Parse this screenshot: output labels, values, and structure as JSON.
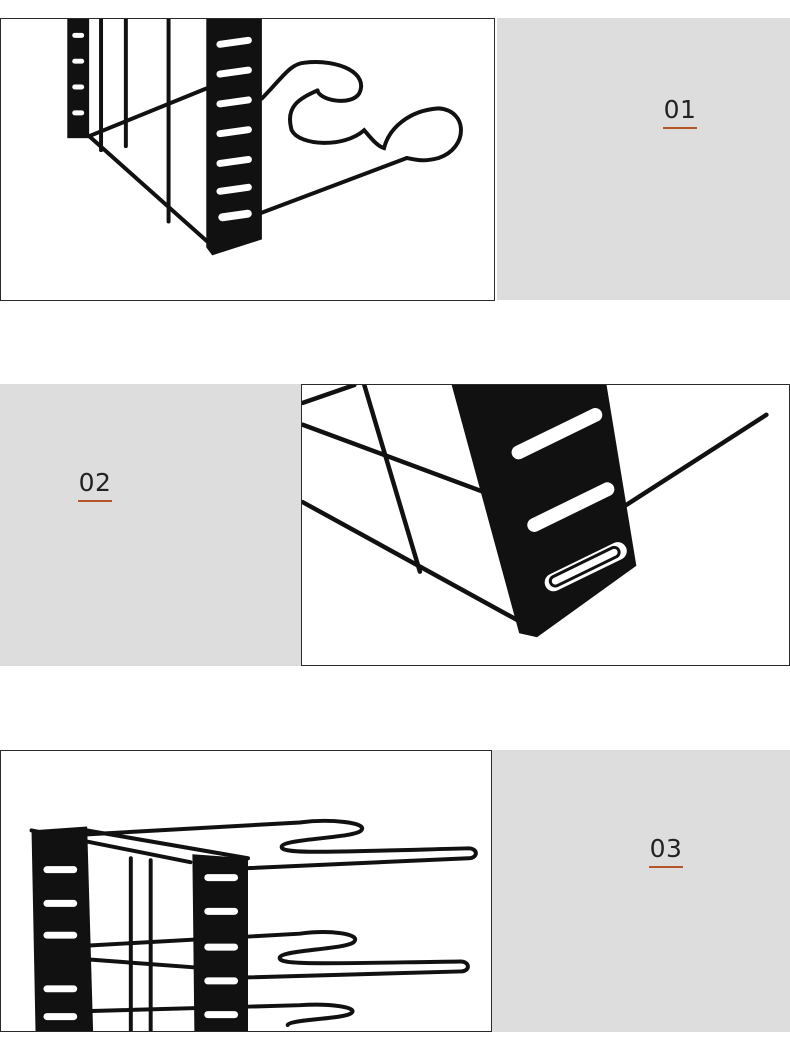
{
  "sections": [
    {
      "label": "01"
    },
    {
      "label": "02"
    },
    {
      "label": "03"
    }
  ],
  "colors": {
    "panel": "#dddddd",
    "underline": "#b5552a",
    "metal": "#111111",
    "frame_border": "#2a2a2a"
  }
}
